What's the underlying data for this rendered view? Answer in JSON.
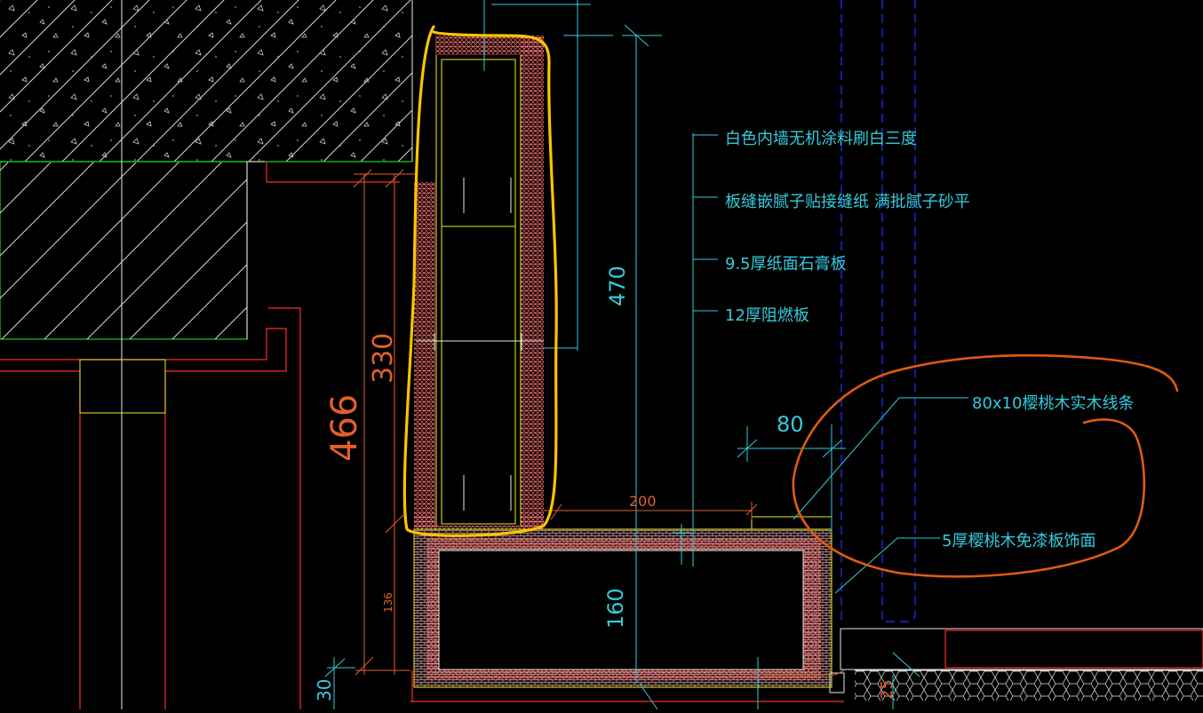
{
  "annotations": {
    "coating": "白色内墙无机涂料刷白三度",
    "joint": "板缝嵌腻子贴接缝纸 满批腻子砂平",
    "gypsum": "9.5厚纸面石膏板",
    "fireboard": "12厚阻燃板",
    "trim": "80x10樱桃木实木线条",
    "veneer": "5厚樱桃木免漆板饰面"
  },
  "dimensions": {
    "d470": "470",
    "d330": "330",
    "d466": "466",
    "d136": "136",
    "d160": "160",
    "d200": "200",
    "d80": "80",
    "d30": "30",
    "d25": "25"
  },
  "colors": {
    "background": "#000000",
    "cyan": "#33ccdd",
    "red": "#ff2a2a",
    "green": "#22cc22",
    "yellow": "#eeee22",
    "white": "#e8e8e8",
    "orange_dim": "#e0602a",
    "highlight_yellow": "#ffc400",
    "highlight_orange": "#e05a10",
    "blue": "#2233ff"
  }
}
